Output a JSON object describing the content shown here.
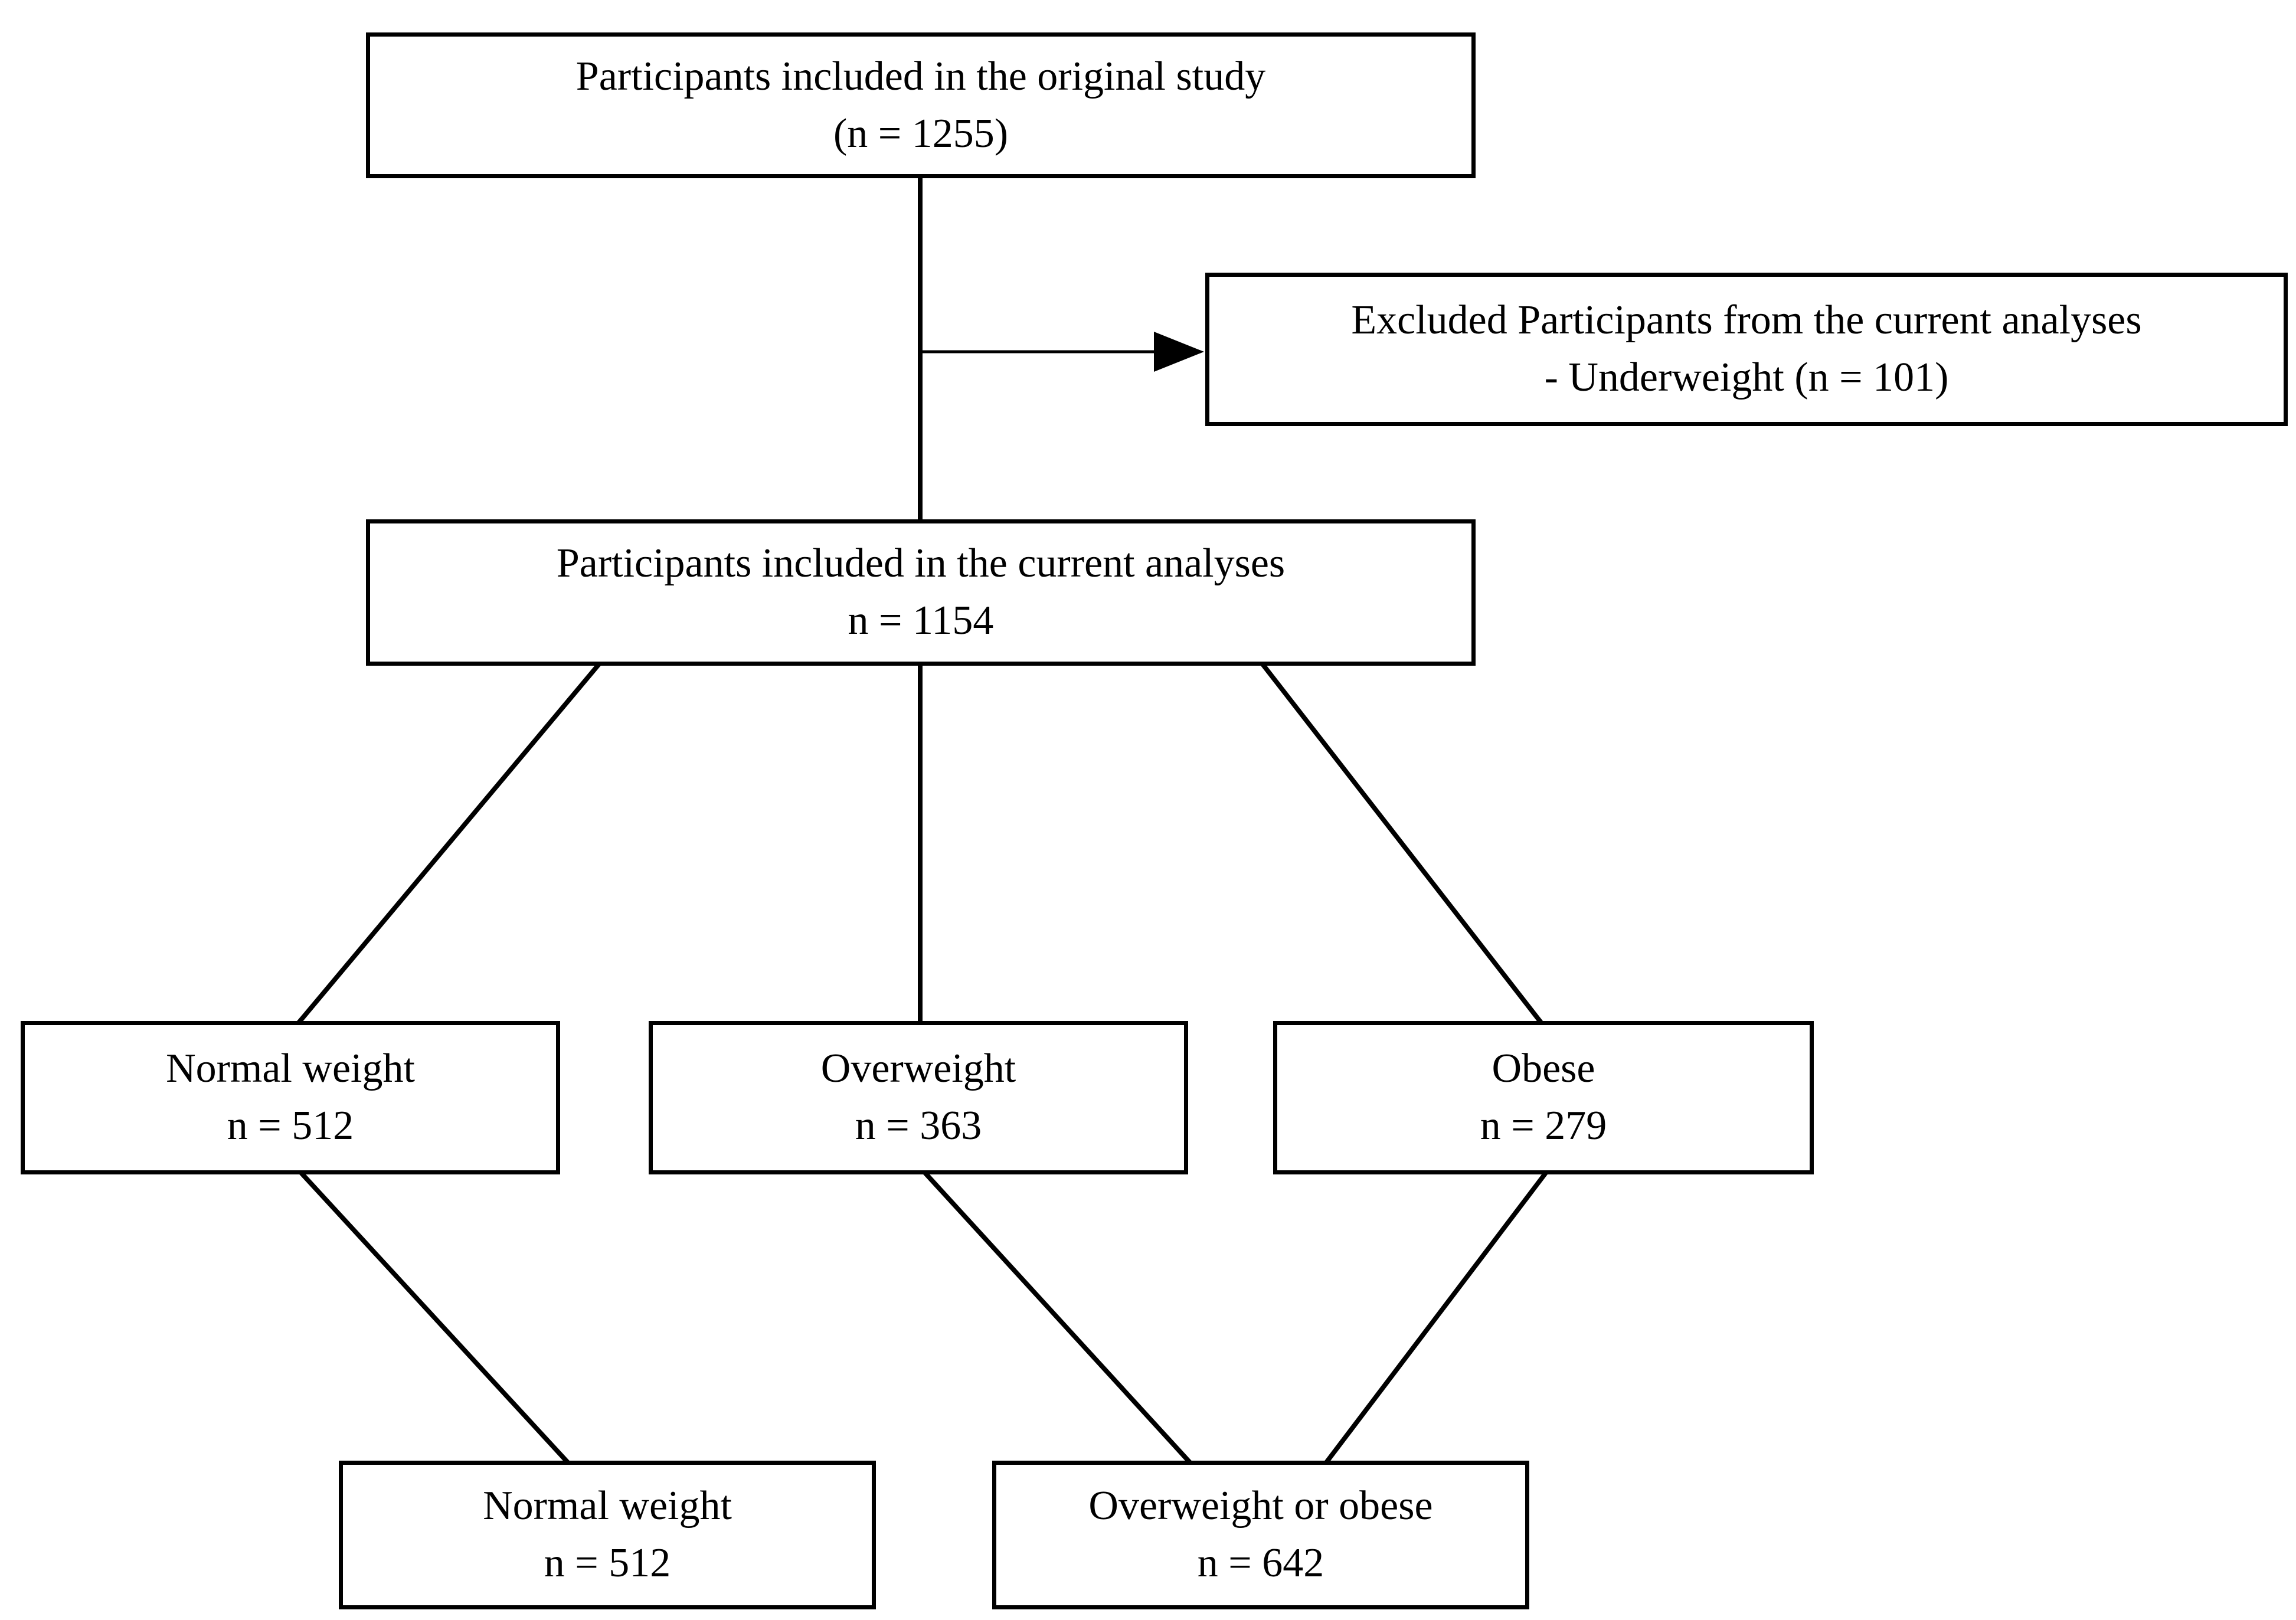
{
  "figure": {
    "background_color": "#ffffff",
    "box_fill_color": "#ffffff",
    "line_color": "#000000",
    "boxes": {
      "original": {
        "line1": "Participants included in the original study",
        "line2": "(n = 1255)"
      },
      "excluded": {
        "line1": "Excluded Participants from the current analyses",
        "line2": "- Underweight (n = 101)"
      },
      "current": {
        "line1": "Participants included in the current analyses",
        "line2": "n = 1154"
      },
      "normal": {
        "line1": "Normal weight",
        "line2": "n = 512"
      },
      "overweight": {
        "line1": "Overweight",
        "line2": "n = 363"
      },
      "obese": {
        "line1": "Obese",
        "line2": "n = 279"
      },
      "normal_final": {
        "line1": "Normal weight",
        "line2": "n = 512"
      },
      "overweight_obese_final": {
        "line1": "Overweight or obese",
        "line2": "n = 642"
      }
    }
  }
}
